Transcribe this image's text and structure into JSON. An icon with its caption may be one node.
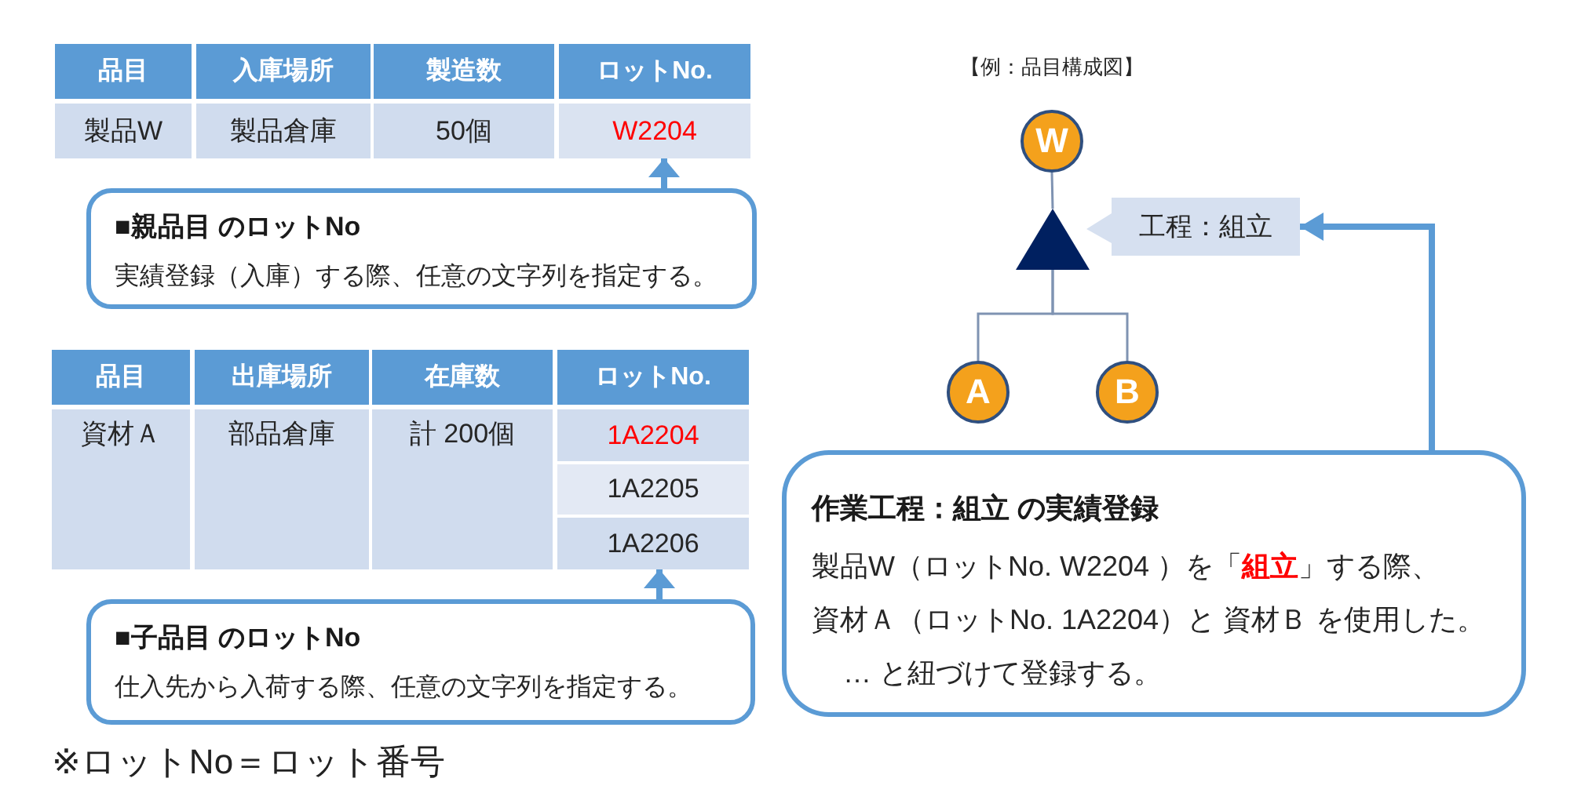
{
  "diagram": {
    "nodes": [
      {
        "text": [
          "W2204"
        ]
      },
      {
        "text": [
          "■親品目 のロットNo",
          "実績登録（入庫）する際、任意の文字列を指定する。"
        ]
      },
      {
        "text": [
          "1A2206"
        ]
      },
      {
        "text": [
          "■子品目 のロットNo",
          "仕入先から入荷する際、任意の文字列を指定する。"
        ]
      },
      {
        "text": [
          "W"
        ]
      },
      {
        "text": [],
        "shape": "triangle"
      },
      {
        "text": [
          "工程：組立"
        ]
      },
      {
        "text": [
          "A"
        ]
      },
      {
        "text": [
          "B"
        ]
      },
      {
        "text": [
          "作業工程：組立 の実績登録",
          "製品W（ロットNo. W2204 ）を「**組立**」する際、資材Ａ（ロットNo. 1A2204）と 資材Ｂ を使用した。",
          "… と紐づけて登録する。"
        ]
      }
    ],
    "edges": [
      {
        "from": 1,
        "to": 0,
        "arrow": "to",
        "style": "thick",
        "color": "#5b9bd5"
      },
      {
        "from": 3,
        "to": 2,
        "arrow": "to",
        "style": "thick",
        "color": "#5b9bd5"
      },
      {
        "from": 4,
        "to": 5,
        "arrow": "none"
      },
      {
        "from": 5,
        "to": 7,
        "arrow": "none"
      },
      {
        "from": 5,
        "to": 8,
        "arrow": "none"
      },
      {
        "from": 9,
        "to": 6,
        "arrow": "to",
        "style": "thick",
        "color": "#5b9bd5"
      }
    ],
    "labels": [
      "品目",
      "入庫場所",
      "製造数",
      "ロットNo.",
      "【例：品目構成図】",
      "製品W",
      "製品倉庫",
      "50個",
      "品目",
      "出庫場所",
      "在庫数",
      "ロットNo.",
      "資材Ａ",
      "部品倉庫",
      "計 200個",
      "1A2204",
      "1A2205",
      "※ロットNo＝ロット番号"
    ]
  }
}
